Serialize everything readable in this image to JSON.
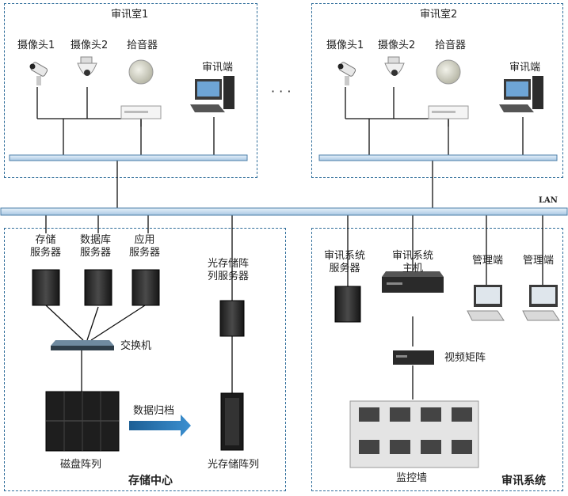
{
  "room1": {
    "title": "审讯室1",
    "cam1": "摄像头1",
    "cam2": "摄像头2",
    "mic": "拾音器",
    "terminal": "审讯端"
  },
  "room2": {
    "title": "审讯室2",
    "cam1": "摄像头1",
    "cam2": "摄像头2",
    "mic": "拾音器",
    "terminal": "审讯端"
  },
  "ellipsis": "· · ·",
  "lan": "LAN",
  "storage": {
    "title": "存储中心",
    "storage_server_l1": "存储",
    "storage_server_l2": "服务器",
    "db_server_l1": "数据库",
    "db_server_l2": "服务器",
    "app_server_l1": "应用",
    "app_server_l2": "服务器",
    "optical_server_l1": "光存储阵",
    "optical_server_l2": "列服务器",
    "switch": "交换机",
    "disk_array": "磁盘阵列",
    "archive": "数据归档",
    "optical_array": "光存储阵列"
  },
  "interrogation": {
    "title": "审讯系统",
    "sys_server_l1": "审讯系统",
    "sys_server_l2": "服务器",
    "sys_host_l1": "审讯系统",
    "sys_host_l2": "主机",
    "mgmt1": "管理端",
    "mgmt2": "管理端",
    "matrix": "视频矩阵",
    "wall": "监控墙"
  }
}
